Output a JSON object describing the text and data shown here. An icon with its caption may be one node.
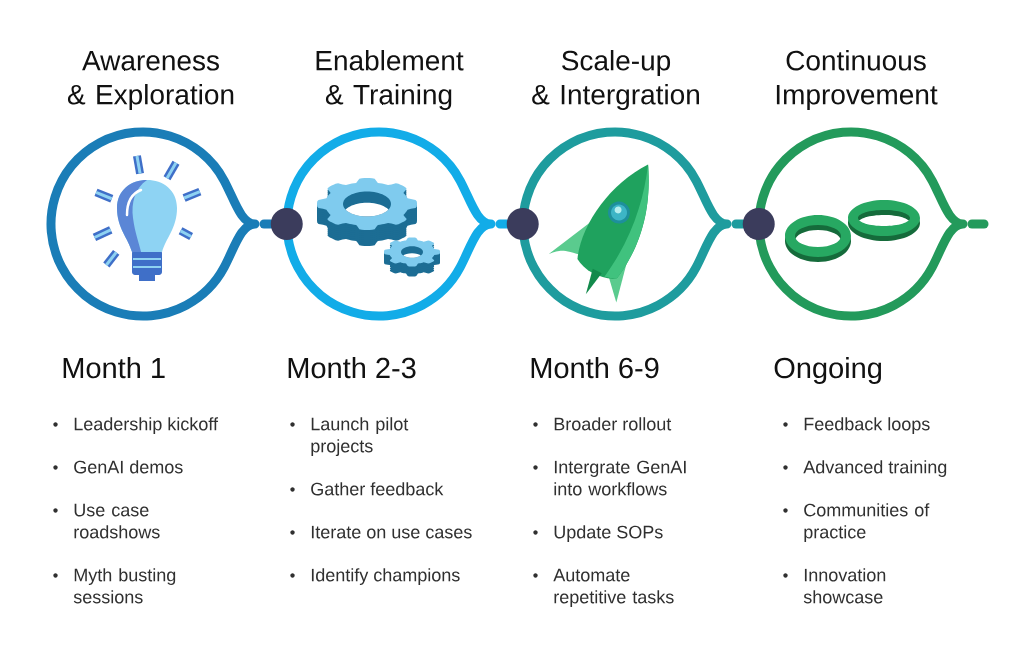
{
  "diagram": {
    "nodes": [
      {
        "text": [
          "Awareness & Exploration"
        ],
        "beside": [
          "Month 1",
          "Leadership kickoff",
          "GenAI demos",
          "Use case roadshows",
          "Myth busting sessions"
        ]
      },
      {
        "text": [
          "Enablement & Training"
        ],
        "beside": [
          "Month 2-3",
          "Launch pilot projects",
          "Gather feedback",
          "Iterate on use cases",
          "Identify champions"
        ]
      },
      {
        "text": [
          "Scale-up & Intergration"
        ],
        "beside": [
          "Month 6-9",
          "Broader rollout",
          "Intergrate GenAI into workflows",
          "Update SOPs",
          "Automate repetitive tasks"
        ]
      },
      {
        "text": [
          "Continuous Improvement"
        ],
        "beside": [
          "Ongoing",
          "Feedback loops",
          "Advanced training",
          "Communities of practice",
          "Innovation showcase"
        ]
      }
    ],
    "edges": [
      {
        "from": 0,
        "to": 1,
        "arrow": "other",
        "color": "#1a7db7"
      },
      {
        "from": 1,
        "to": 2,
        "arrow": "other",
        "color": "#12ace8"
      },
      {
        "from": 2,
        "to": 3,
        "arrow": "other",
        "color": "#1e9c9e"
      },
      {
        "from": 3,
        "to": null,
        "arrow": "none",
        "color": "#239a5b"
      }
    ]
  }
}
